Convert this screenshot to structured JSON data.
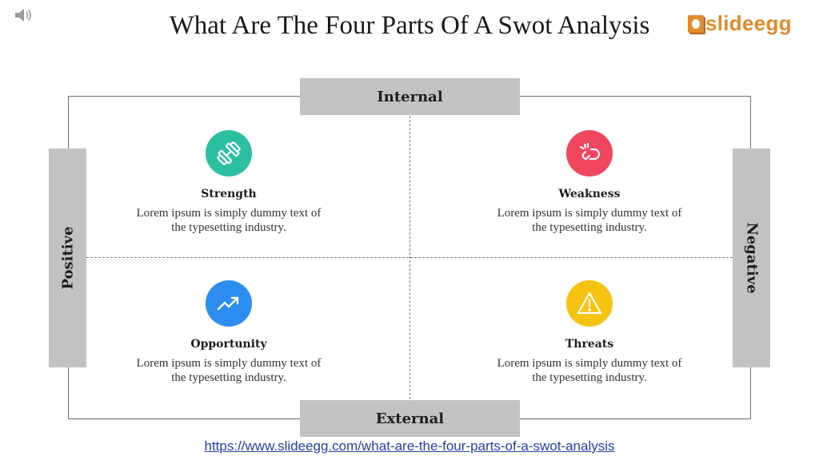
{
  "header": {
    "title": "What Are The Four Parts Of A Swot Analysis",
    "logo_text": "slideegg"
  },
  "axes": {
    "top": "Internal",
    "bottom": "External",
    "left": "Positive",
    "right": "Negative"
  },
  "quadrants": [
    {
      "title": "Strength",
      "line1": "Lorem ipsum is simply dummy text of",
      "line2": "the typesetting industry.",
      "icon": "dumbbell-icon",
      "color": "#2bbfa0"
    },
    {
      "title": "Weakness",
      "line1": "Lorem ipsum is simply dummy text of",
      "line2": "the typesetting industry.",
      "icon": "broken-link-icon",
      "color": "#f0455e"
    },
    {
      "title": "Opportunity",
      "line1": "Lorem ipsum is simply dummy text of",
      "line2": "the typesetting industry.",
      "icon": "trend-up-icon",
      "color": "#2d8cf0"
    },
    {
      "title": "Threats",
      "line1": "Lorem ipsum is simply dummy text of",
      "line2": "the typesetting industry.",
      "icon": "warning-icon",
      "color": "#f5c211"
    }
  ],
  "footer": {
    "link": "https://www.slideegg.com/what-are-the-four-parts-of-a-swot-analysis"
  },
  "colors": {
    "band": "#c2c2c2",
    "logo": "#e08a2b",
    "link": "#1f3fa8"
  }
}
